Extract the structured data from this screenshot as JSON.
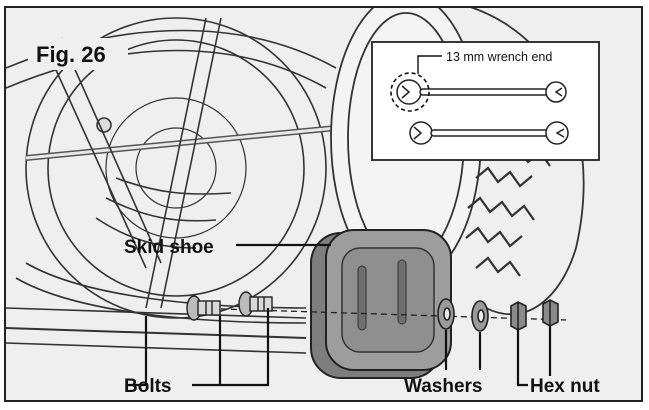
{
  "figure": {
    "title": "Fig. 26"
  },
  "inset": {
    "callout": "13 mm wrench end"
  },
  "labels": {
    "skid_shoe": "Skid shoe",
    "bolts": "Bolts",
    "washers": "Washers",
    "hex_nut": "Hex nut"
  },
  "colors": {
    "line": "#222222",
    "shoe_fill": "#8a8a8a",
    "shoe_face": "#9d9d9d",
    "background": "#efefef",
    "inset_bg": "#ffffff"
  }
}
